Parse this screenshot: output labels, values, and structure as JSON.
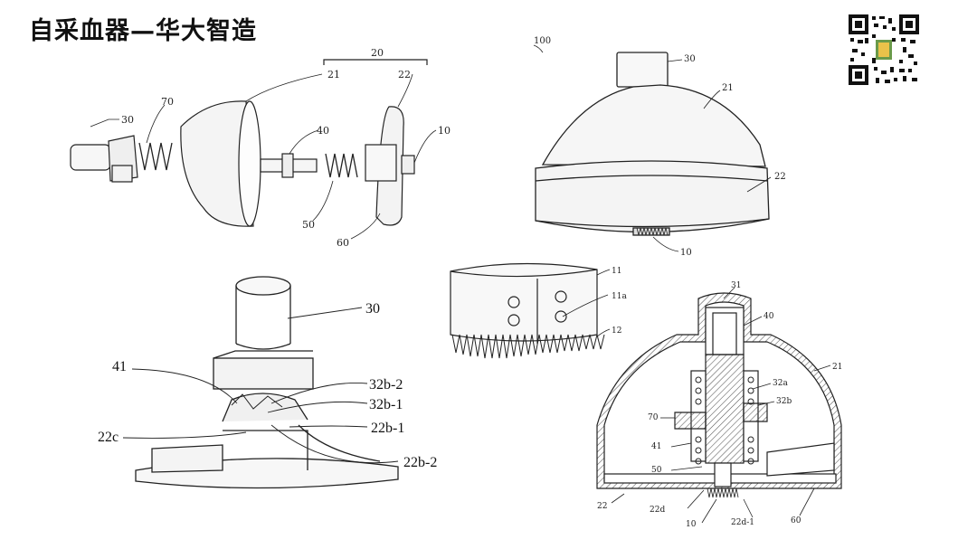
{
  "title": "自采血器—华大智造",
  "qr_icon": "qr-code-icon",
  "figure1": {
    "labels": [
      "20",
      "21",
      "22",
      "70",
      "30",
      "40",
      "10",
      "50",
      "60"
    ]
  },
  "figure2": {
    "labels": [
      "100",
      "30",
      "21",
      "22",
      "10"
    ]
  },
  "figure3": {
    "labels": [
      "30",
      "41",
      "32b-2",
      "32b-1",
      "22b-1",
      "22c",
      "22b-2"
    ]
  },
  "figure4": {
    "labels": [
      "11",
      "11a",
      "12"
    ]
  },
  "figure5": {
    "labels": [
      "31",
      "40",
      "21",
      "32a",
      "32b",
      "70",
      "41",
      "50",
      "22",
      "22d",
      "10",
      "22d-1",
      "60"
    ]
  }
}
